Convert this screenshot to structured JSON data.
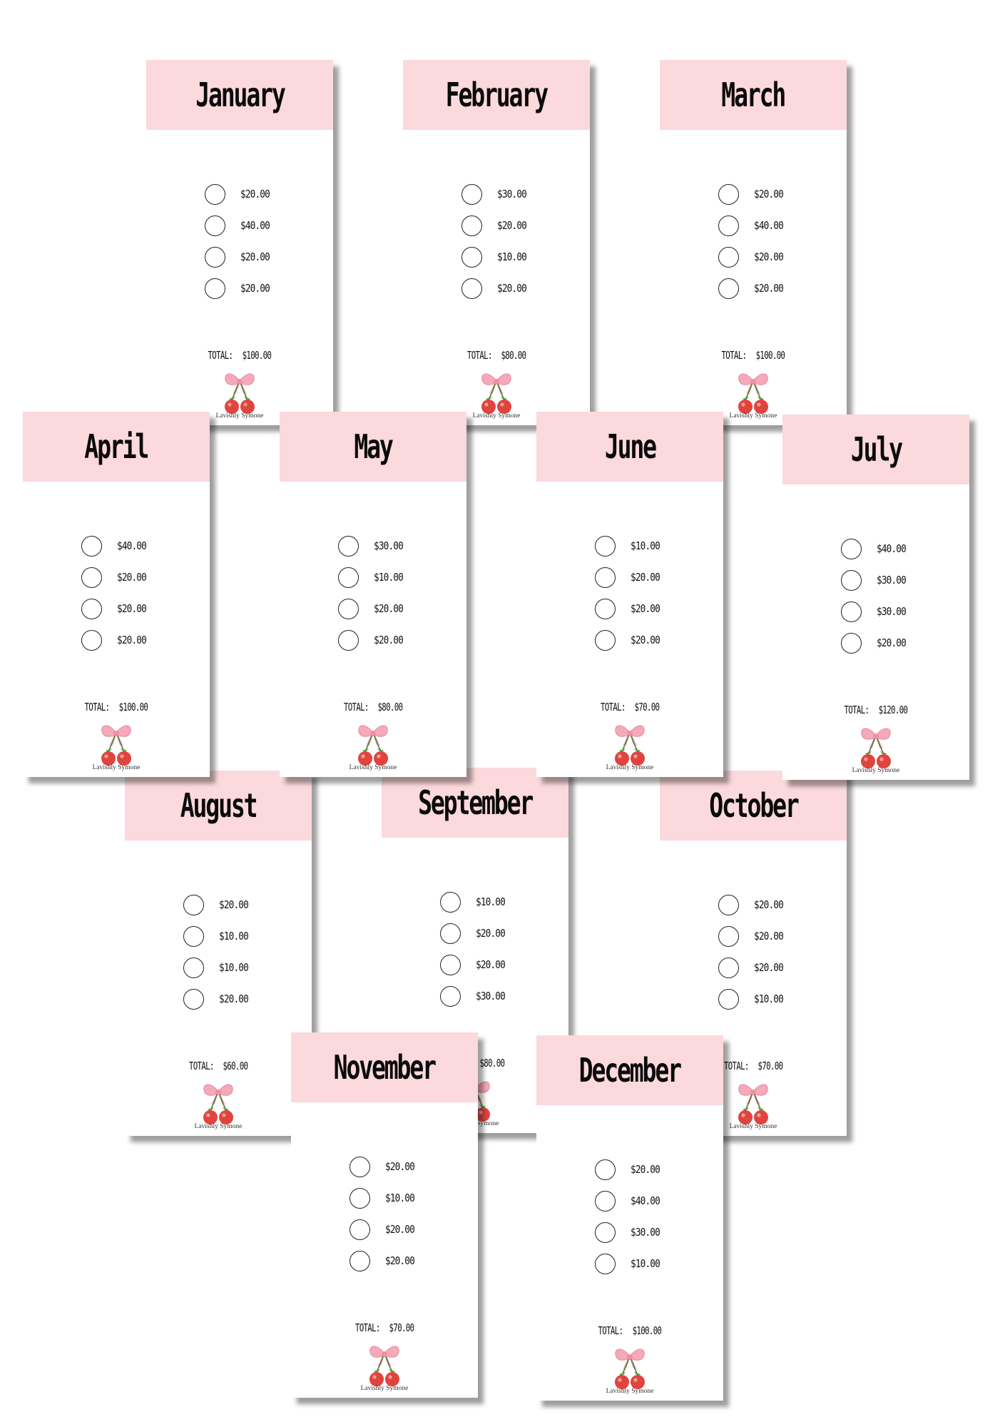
{
  "brand": "Lavishly Symone",
  "total_label": "TOTAL:",
  "accent_color": "#fbd9dc",
  "decoration_icon": "bow-cherries-icon",
  "cards": [
    {
      "month": "January",
      "amounts": [
        "$20.00",
        "$40.00",
        "$20.00",
        "$20.00"
      ],
      "total": "$100.00"
    },
    {
      "month": "February",
      "amounts": [
        "$30.00",
        "$20.00",
        "$10.00",
        "$20.00"
      ],
      "total": "$80.00"
    },
    {
      "month": "March",
      "amounts": [
        "$20.00",
        "$40.00",
        "$20.00",
        "$20.00"
      ],
      "total": "$100.00"
    },
    {
      "month": "April",
      "amounts": [
        "$40.00",
        "$20.00",
        "$20.00",
        "$20.00"
      ],
      "total": "$100.00"
    },
    {
      "month": "May",
      "amounts": [
        "$30.00",
        "$10.00",
        "$20.00",
        "$20.00"
      ],
      "total": "$80.00"
    },
    {
      "month": "June",
      "amounts": [
        "$10.00",
        "$20.00",
        "$20.00",
        "$20.00"
      ],
      "total": "$70.00"
    },
    {
      "month": "July",
      "amounts": [
        "$40.00",
        "$30.00",
        "$30.00",
        "$20.00"
      ],
      "total": "$120.00"
    },
    {
      "month": "August",
      "amounts": [
        "$20.00",
        "$10.00",
        "$10.00",
        "$20.00"
      ],
      "total": "$60.00"
    },
    {
      "month": "September",
      "amounts": [
        "$10.00",
        "$20.00",
        "$20.00",
        "$30.00"
      ],
      "total": "$80.00"
    },
    {
      "month": "October",
      "amounts": [
        "$20.00",
        "$20.00",
        "$20.00",
        "$10.00"
      ],
      "total": "$70.00"
    },
    {
      "month": "November",
      "amounts": [
        "$20.00",
        "$10.00",
        "$20.00",
        "$20.00"
      ],
      "total": "$70.00"
    },
    {
      "month": "December",
      "amounts": [
        "$20.00",
        "$40.00",
        "$30.00",
        "$10.00"
      ],
      "total": "$100.00"
    }
  ]
}
